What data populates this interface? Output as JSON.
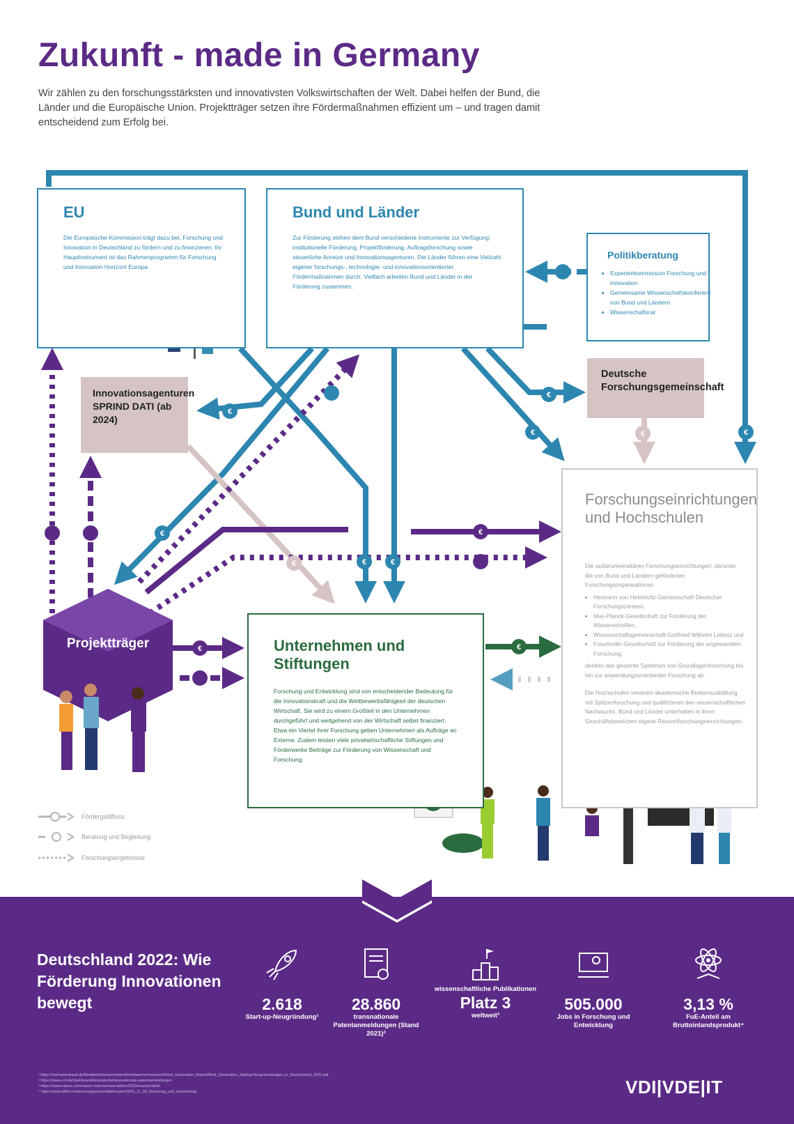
{
  "header": {
    "title": "Zukunft - made in Germany",
    "intro": "Wir zählen zu den forschungsstärksten und innovativsten Volkswirtschaften der Welt. Dabei helfen der Bund, die Länder und die Europäische Union. Projektträger setzen ihre Fördermaßnahmen effizient um – und tragen damit entscheidend zum Erfolg bei."
  },
  "eu": {
    "title": "EU",
    "text": "Die Europäische Kommission trägt dazu bei, Forschung und Innovation in Deutschland zu fördern und zu finanzieren. Ihr Hauptinstrument ist das Rahmenprogramm für Forschung und Innovation Horizont Europa."
  },
  "bund": {
    "title": "Bund und Länder",
    "text": "Zur Förderung stehen dem Bund verschiedene Instrumente zur Verfügung: institutionelle Förderung, Projektförderung, Auftragsforschung sowie steuerliche Anreize und Innovationsagenturen. Die Länder führen eine Vielzahl eigener forschungs-, technologie- und innovationsorientierter Fördermaßnahmen durch. Vielfach arbeiten Bund und Länder in der Förderung zusammen."
  },
  "politik": {
    "title": "Politikberatung",
    "items": [
      "Expertenkommission Forschung und Innovation",
      "Gemeinsame Wissenschaftskonferenz von Bund und Ländern",
      "Wissenschaftsrat"
    ]
  },
  "dfg": {
    "label": "Deutsche Forschungsgemeinschaft"
  },
  "innov": {
    "label": "Innovationsagenturen SPRIND DATI (ab 2024)"
  },
  "forsch": {
    "title": "Forschungseinrichtungen und Hochschulen",
    "intro": "Die außeruniversitären Forschungseinrichtungen, darunter die von Bund und Ländern geförderten Forschungsorganisationen",
    "items": [
      "Hermann von Helmholtz-Gemeinschaft Deutscher Forschungszentren,",
      "Max-Planck-Gesellschaft zur Förderung der Wissenschaften,",
      "Wissenschaftsgemeinschaft Gottfried Wilhelm Leibniz und",
      "Fraunhofer-Gesellschaft zur Förderung der angewandten Forschung,"
    ],
    "middle": "decken das gesamte Spektrum von Grundlagenforschung bis hin zur anwendungsorientierten Forschung ab.",
    "outro": "Die Hochschulen vereinen akademische Breitenausbildung mit Spitzenforschung und qualifizieren den wissenschaftlichen Nachwuchs. Bund und Länder unterhalten in ihren Geschäftsbereichen eigene Ressortforschungseinrichtungen."
  },
  "untern": {
    "title": "Unternehmen und Stiftungen",
    "text": "Forschung und Entwicklung sind von entscheidender Bedeutung für die Innovationskraft und die Wettbewerbsfähigkeit der deutschen Wirtschaft. Sie wird zu einem Großteil in den Unternehmen durchgeführt und weitgehend von der Wirtschaft selbst finanziert. Etwa ein Viertel ihrer Forschung geben Unternehmen als Aufträge an Externe. Zudem leisten viele privatwirtschaftliche Stiftungen und Förderwerke Beiträge zur Förderung von Wissenschaft und Forschung."
  },
  "projekt": {
    "label": "Projektträger"
  },
  "legend": {
    "funding": "Fördergeldfluss",
    "advice": "Beratung und Begleitung",
    "results": "Forschungsergebnisse"
  },
  "stats": {
    "title": "Deutschland 2022: Wie Förderung Innovationen bewegt",
    "items": [
      {
        "pre": "",
        "value": "2.618",
        "label": "Start-up-Neugründung¹",
        "icon": "rocket-icon"
      },
      {
        "pre": "",
        "value": "28.860",
        "label": "transnationale Patentanmeldungen (Stand 2021)²",
        "icon": "certificate-icon"
      },
      {
        "pre": "wissenschaftliche Publikationen",
        "value": "Platz 3",
        "label": "weltweit³",
        "icon": "podium-icon"
      },
      {
        "pre": "",
        "value": "505.000",
        "label": "Jobs in Forschung und Entwicklung",
        "icon": "researcher-icon"
      },
      {
        "pre": "",
        "value": "3,13 %",
        "label": "FuE-Anteil am Bruttoinlandsprodukt⁴",
        "icon": "atom-icon"
      }
    ]
  },
  "footnotes": [
    "¹ https://startupverband.de/fileadmin/startupverband/mediaarchiv/research/Next_Generation_Report/Next_Generation_Startup-Neugruendungen_in_Deutschland_2022.pdf",
    "² https://www.e-fi.de/dashboard/des/patents/transnationale-patentanmeldungen",
    "³ https://www.nature.com/nature-index/annual-tables/2023/country/all/all",
    "⁴ https://www.stifterverband.org/pressemitteilungen/2023_11_30_forschung_und_entwicklung"
  ],
  "logo": "VDI|VDE|IT",
  "colors": {
    "purple": "#5b2a86",
    "blue": "#2d86b0",
    "green": "#2a6b3f",
    "taupe": "#d6c4c4",
    "grey": "#c9c9c9"
  }
}
